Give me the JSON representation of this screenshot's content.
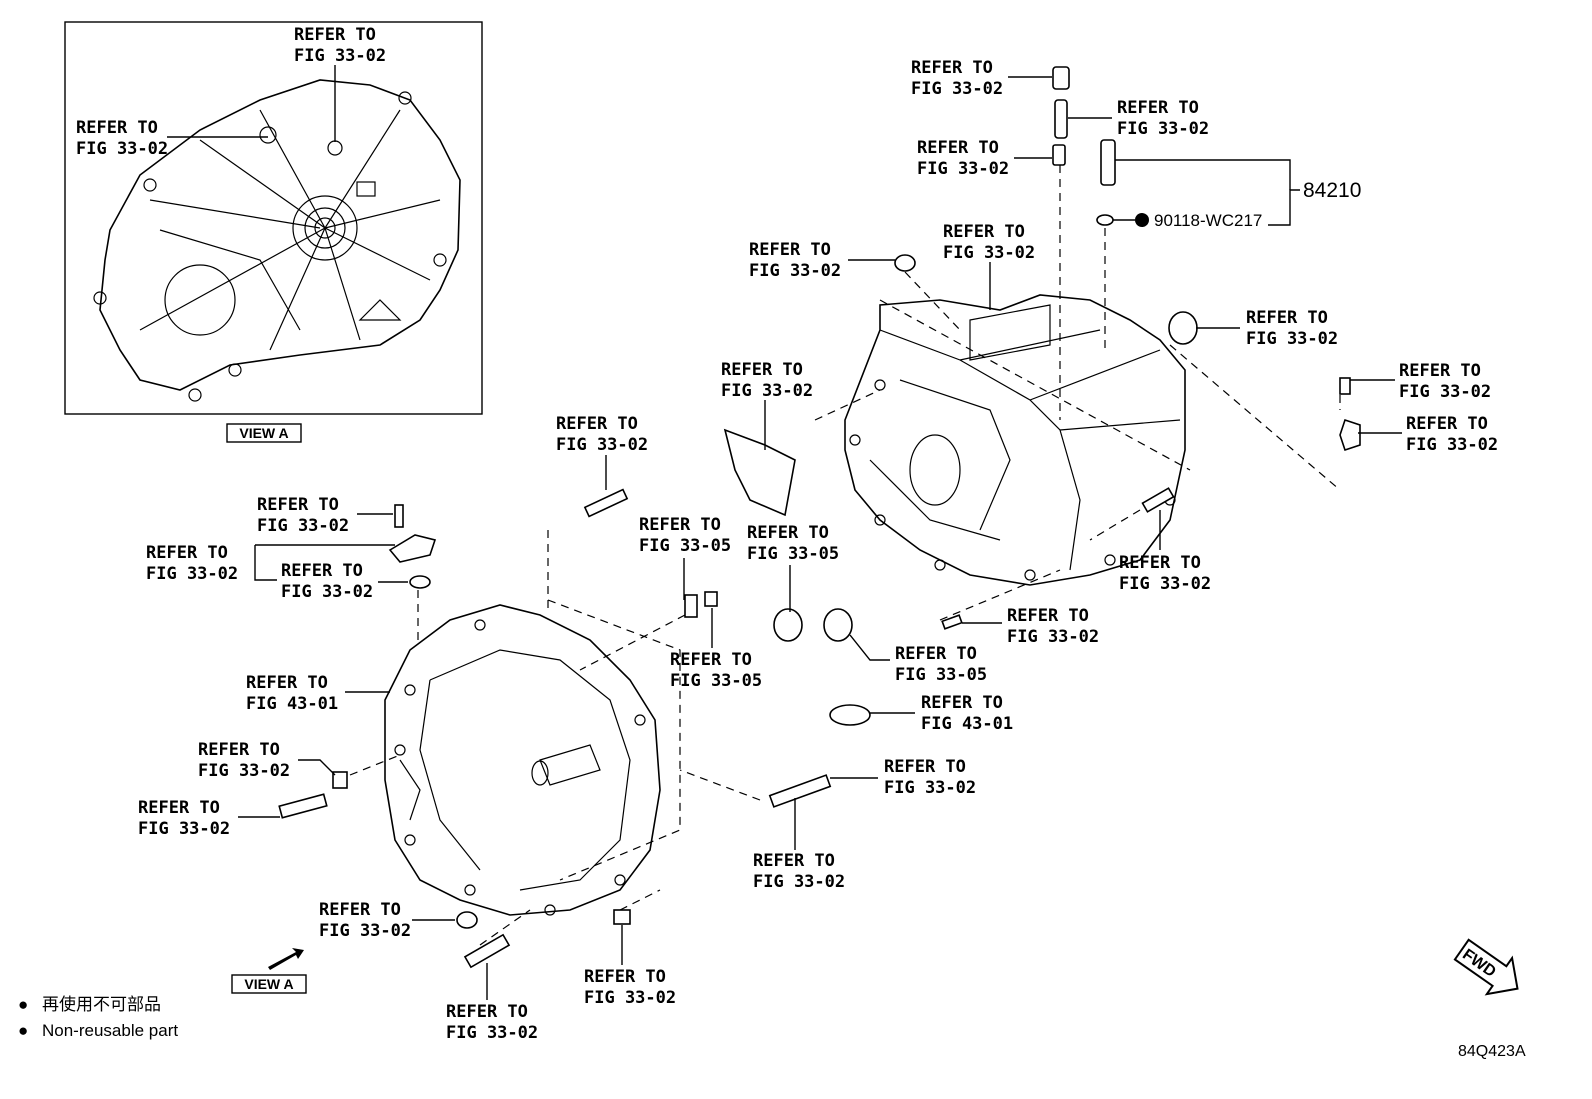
{
  "refer_fig_33_02": [
    "REFER TO",
    "FIG 33-02"
  ],
  "refer_fig_33_05": [
    "REFER TO",
    "FIG 33-05"
  ],
  "refer_fig_43_01": [
    "REFER TO",
    "FIG 43-01"
  ],
  "part_number_84210": "84210",
  "part_number_90118": "90118-WC217",
  "view_label": "VIEW A",
  "fwd_label": "FWD",
  "legend": {
    "symbol": "●",
    "jp": "再使用不可部品",
    "en": "Non-reusable part"
  },
  "illustration_id": "84Q423A"
}
